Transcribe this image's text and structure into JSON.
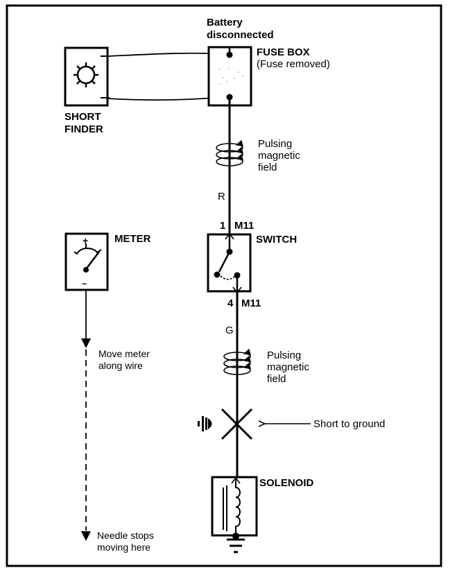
{
  "diagram": {
    "title_note": [
      "Battery",
      "disconnected"
    ],
    "short_finder": {
      "label": [
        "SHORT",
        "FINDER"
      ],
      "icon": "lamp-sun-icon"
    },
    "fuse_box": {
      "label": "FUSE BOX",
      "sublabel": "(Fuse removed)"
    },
    "pulse_upper": {
      "label": [
        "Pulsing",
        "magnetic",
        "field"
      ]
    },
    "pulse_lower": {
      "label": [
        "Pulsing",
        "magnetic",
        "field"
      ]
    },
    "wire_upper": {
      "color_code": "R"
    },
    "wire_lower": {
      "color_code": "G"
    },
    "switch": {
      "label": "SWITCH",
      "pin_top": "1",
      "connector_top": "M11",
      "pin_bottom": "4",
      "connector_bottom": "M11"
    },
    "meter": {
      "label": "METER",
      "plus": "+",
      "minus": "–"
    },
    "meter_path": {
      "start_note": [
        "Move meter",
        "along wire"
      ],
      "end_note": [
        "Needle stops",
        "moving here"
      ]
    },
    "short": {
      "label": "Short to ground"
    },
    "solenoid": {
      "label": "SOLENOID"
    },
    "colors": {
      "ink": "#000000",
      "paper": "#ffffff"
    }
  }
}
